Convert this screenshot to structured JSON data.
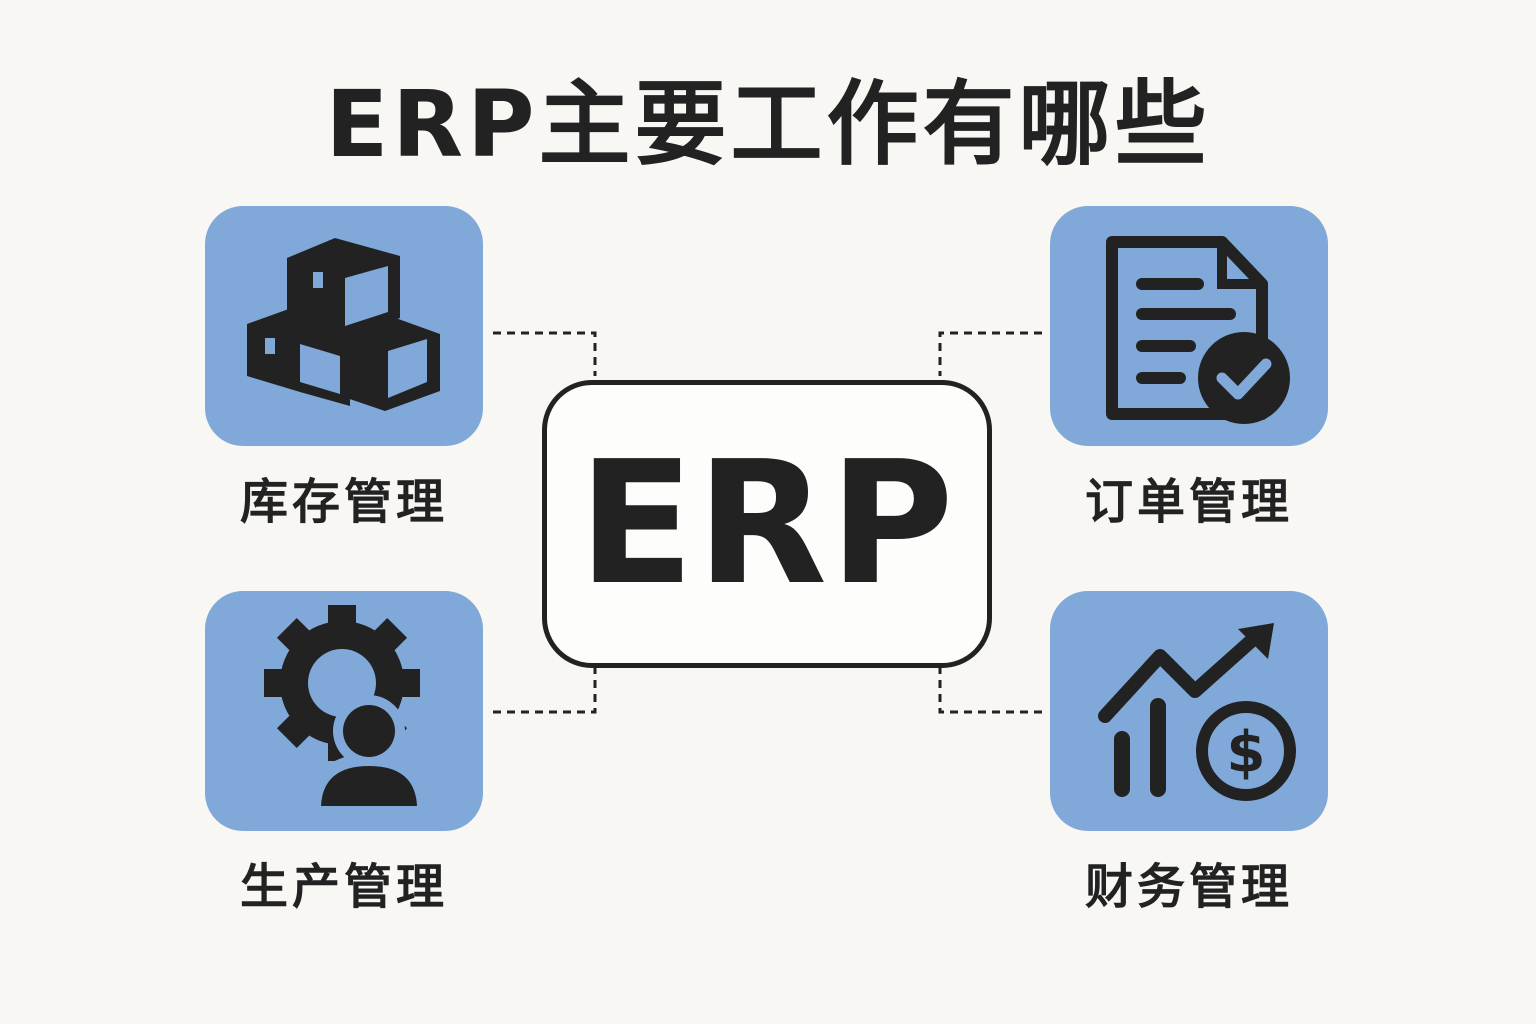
{
  "title": "ERP主要工作有哪些",
  "center_label": "ERP",
  "modules": [
    {
      "label": "库存管理",
      "icon": "boxes-icon"
    },
    {
      "label": "订单管理",
      "icon": "document-check-icon"
    },
    {
      "label": "生产管理",
      "icon": "gear-person-icon"
    },
    {
      "label": "财务管理",
      "icon": "growth-dollar-icon"
    }
  ],
  "colors": {
    "tile": "#80a9d9",
    "ink": "#222222",
    "background": "#f8f7f3"
  }
}
